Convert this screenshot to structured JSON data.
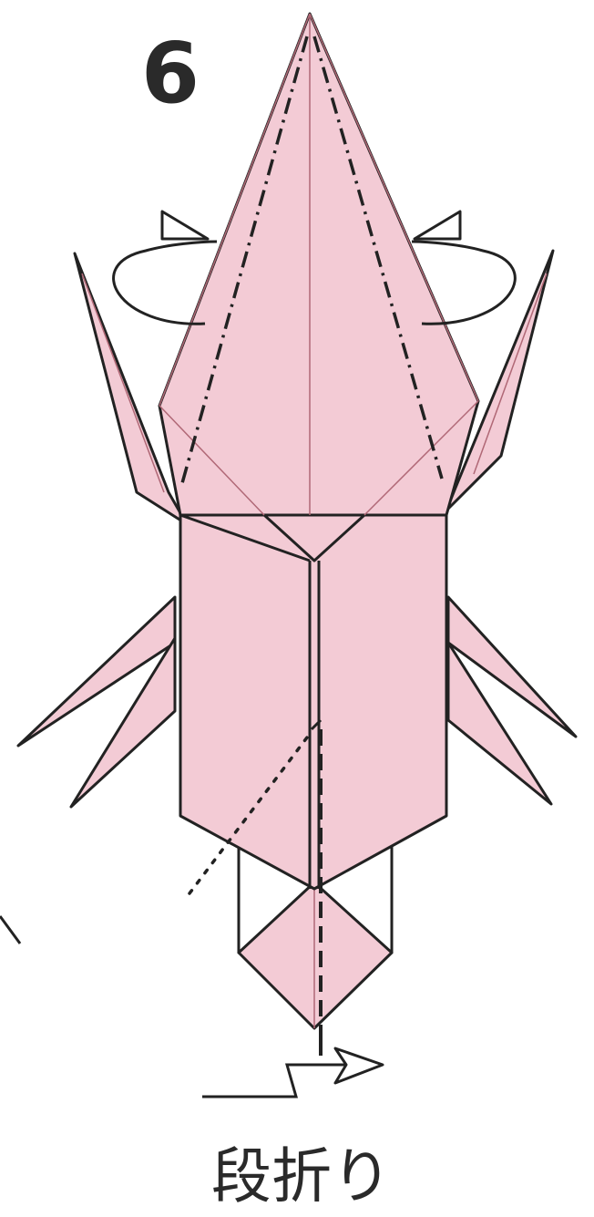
{
  "step": {
    "number": "6"
  },
  "instruction": {
    "label": "段折り"
  },
  "colors": {
    "paper": "#f3cbd5",
    "line": "#222222",
    "crease": "#b06876",
    "background": "#ffffff"
  },
  "symbols": {
    "mountain_folds": [
      "mountain-fold-left",
      "mountain-fold-right"
    ],
    "valley_folds": [
      "valley-fold-center"
    ],
    "arrows": [
      "turn-over-arrow-left",
      "turn-over-arrow-right",
      "pleat-fold-arrow"
    ]
  }
}
